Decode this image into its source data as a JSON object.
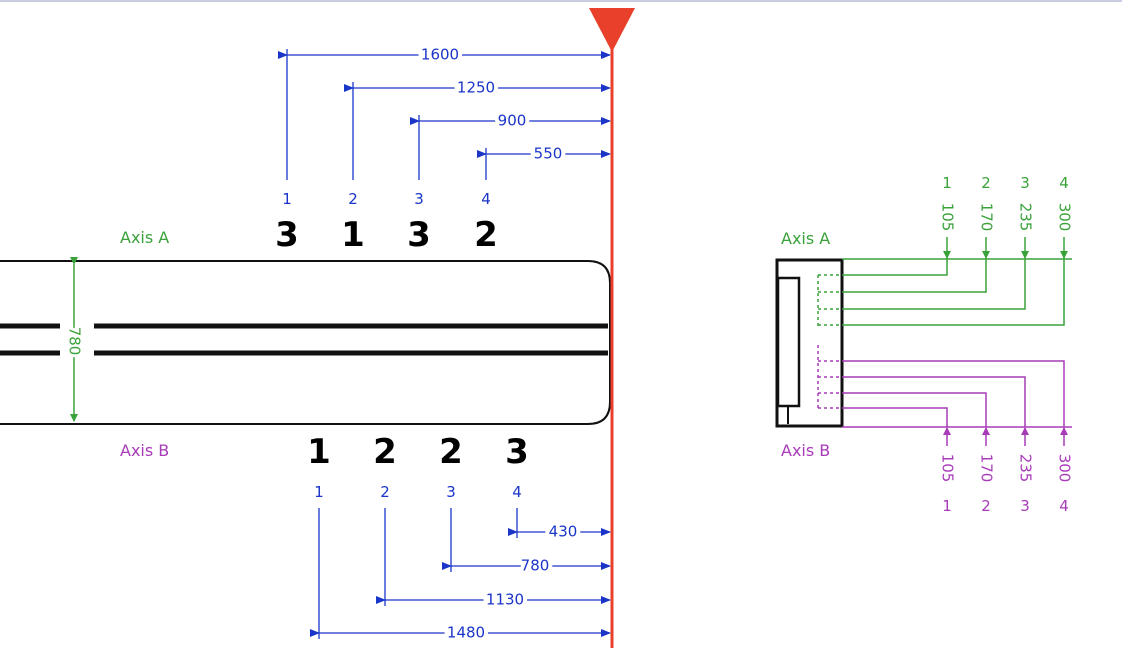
{
  "colors": {
    "blue": "#1a35c8",
    "red": "#e8402a",
    "green": "#3aa23a",
    "purple": "#a83bb8",
    "black": "#000000"
  },
  "axis_a_label": "Axis A",
  "axis_b_label": "Axis B",
  "board_width_label": "780",
  "axis_a": {
    "positions": [
      {
        "index": "1",
        "tool": "3",
        "distance": "1600"
      },
      {
        "index": "2",
        "tool": "1",
        "distance": "1250"
      },
      {
        "index": "3",
        "tool": "3",
        "distance": "900"
      },
      {
        "index": "4",
        "tool": "2",
        "distance": "550"
      }
    ]
  },
  "axis_b": {
    "positions": [
      {
        "index": "1",
        "tool": "1",
        "distance": "1480"
      },
      {
        "index": "2",
        "tool": "2",
        "distance": "1130"
      },
      {
        "index": "3",
        "tool": "2",
        "distance": "780"
      },
      {
        "index": "4",
        "tool": "3",
        "distance": "430"
      }
    ]
  },
  "side_view": {
    "axis_a_label": "Axis A",
    "axis_b_label": "Axis B",
    "a_slots": [
      {
        "index": "1",
        "value": "105"
      },
      {
        "index": "2",
        "value": "170"
      },
      {
        "index": "3",
        "value": "235"
      },
      {
        "index": "4",
        "value": "300"
      }
    ],
    "b_slots": [
      {
        "index": "1",
        "value": "105"
      },
      {
        "index": "2",
        "value": "170"
      },
      {
        "index": "3",
        "value": "235"
      },
      {
        "index": "4",
        "value": "300"
      }
    ]
  }
}
